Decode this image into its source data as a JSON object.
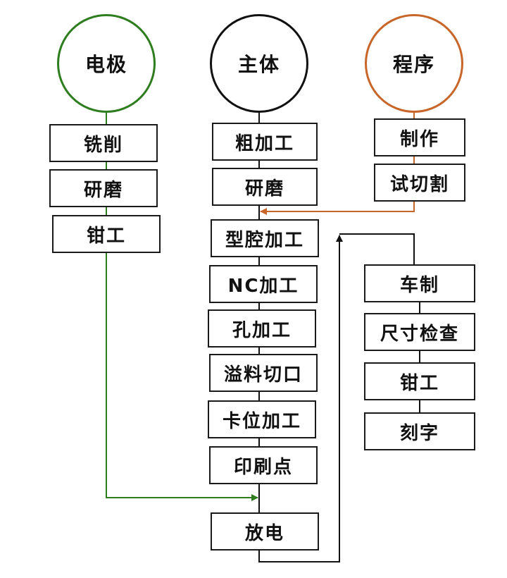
{
  "colors": {
    "electrode": "#2e7d1f",
    "main": "#111111",
    "program": "#c8662a",
    "box_border": "#1a1a1a"
  },
  "electrode": {
    "title": "电极",
    "steps": [
      "铣削",
      "研磨",
      "钳工"
    ]
  },
  "main": {
    "title": "主体",
    "steps": [
      "粗加工",
      "研磨",
      "型腔加工",
      "NC加工",
      "孔加工",
      "溢料切口",
      "卡位加工",
      "印刷点"
    ],
    "final": "放电"
  },
  "program": {
    "title": "程序",
    "steps": [
      "制作",
      "试切割"
    ]
  },
  "post": {
    "steps": [
      "车制",
      "尺寸检查",
      "钳工",
      "刻字"
    ]
  }
}
